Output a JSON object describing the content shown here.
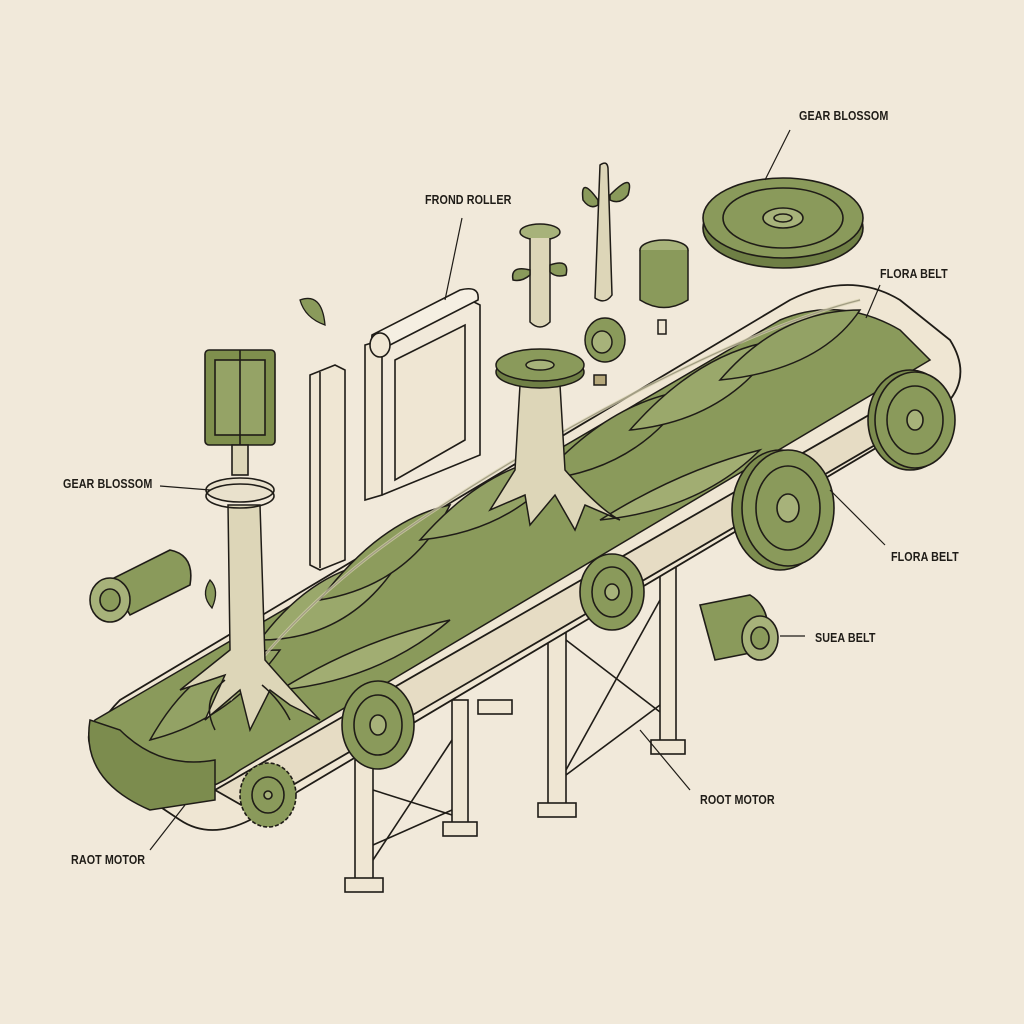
{
  "diagram": {
    "type": "exploded-isometric-illustration",
    "subject": "botanical conveyor machine",
    "colors": {
      "background": "#f1e9da",
      "ink": "#1f1c17",
      "foliage": "#8a9a5b",
      "foliage_dark": "#6f7f45",
      "foliage_light": "#a7b27a",
      "frame": "#efe6d3",
      "wood": "#ddd6b8"
    },
    "labels": [
      {
        "id": "gear-blossom-top",
        "text": "GEAR BLOSSOM"
      },
      {
        "id": "frond-roller",
        "text": "FROND ROLLER"
      },
      {
        "id": "flora-belt-top",
        "text": "FLORA BELT"
      },
      {
        "id": "gear-blossom-left",
        "text": "GEAR BLOSSOM"
      },
      {
        "id": "flora-belt-right",
        "text": "FLORA BELT"
      },
      {
        "id": "suea-belt",
        "text": "SUEA BELT"
      },
      {
        "id": "root-motor",
        "text": "ROOT MOTOR"
      },
      {
        "id": "raot-motor",
        "text": "RAOT MOTOR"
      }
    ]
  }
}
